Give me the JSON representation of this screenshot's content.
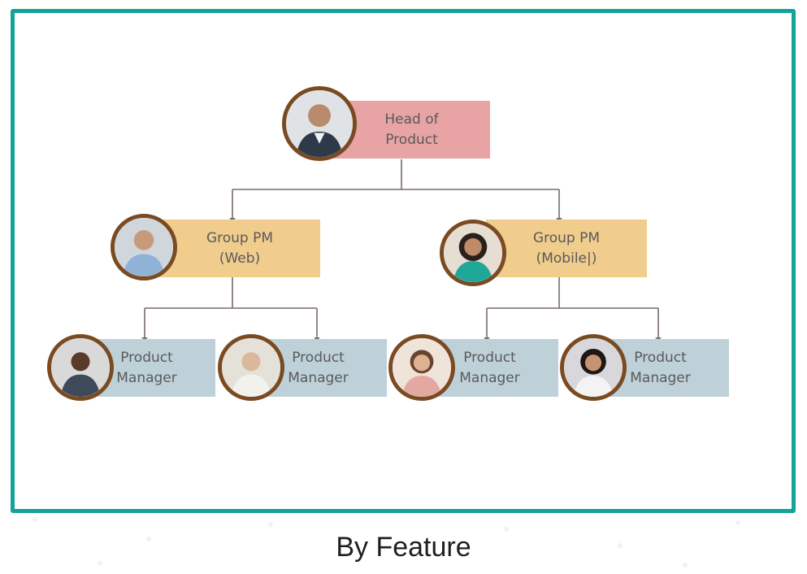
{
  "org_chart": {
    "head": {
      "line1": "Head of",
      "line2": "Product",
      "avatar_icon": "person-avatar-icon"
    },
    "groups": [
      {
        "line1": "Group PM",
        "line2": "(Web)",
        "avatar_icon": "person-avatar-icon"
      },
      {
        "line1": "Group PM",
        "line2": "(Mobile|)",
        "avatar_icon": "person-avatar-icon"
      }
    ],
    "managers": [
      {
        "line1": "Product",
        "line2": "Manager",
        "avatar_icon": "person-avatar-icon"
      },
      {
        "line1": "Product",
        "line2": "Manager",
        "avatar_icon": "person-avatar-icon"
      },
      {
        "line1": "Product",
        "line2": "Manager",
        "avatar_icon": "person-avatar-icon"
      },
      {
        "line1": "Product",
        "line2": "Manager",
        "avatar_icon": "person-avatar-icon"
      }
    ]
  },
  "caption": "By Feature",
  "colors": {
    "frame": "#14a39a",
    "head_box": "#e8a3a5",
    "group_box": "#f0cc8d",
    "manager_box": "#bed1d8",
    "avatar_ring": "#7a4b22",
    "connector": "#7a6a6a"
  }
}
